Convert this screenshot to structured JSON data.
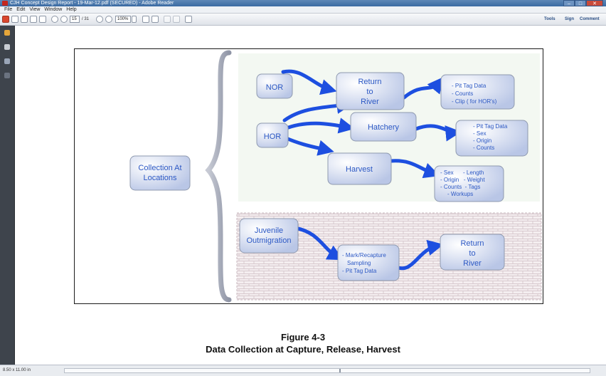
{
  "window": {
    "title": "CJH Concept Design Report - 19-Mar-12.pdf (SECURED) - Adobe Reader",
    "min_glyph": "–",
    "max_glyph": "□",
    "close_glyph": "✕"
  },
  "menu": [
    "File",
    "Edit",
    "View",
    "Window",
    "Help"
  ],
  "toolbar": {
    "page_number": "15",
    "page_total": "/ 31",
    "zoom": "100%",
    "tools": "Tools",
    "sign": "Sign",
    "comment": "Comment"
  },
  "diagram": {
    "root": [
      "Collection At",
      "Locations"
    ],
    "nor": "NOR",
    "hor": "HOR",
    "return_river": [
      "Return",
      "to",
      "River"
    ],
    "hatchery": "Hatchery",
    "harvest": "Harvest",
    "pit_list": [
      "- Pit Tag Data",
      "- Counts",
      "- Clip ( for HOR's)"
    ],
    "hatchery_list": [
      "- Pit Tag Data",
      "- Sex",
      "- Origin",
      "- Counts"
    ],
    "harvest_list": [
      "- Sex      - Length",
      "- Origin   - Weight",
      "- Counts  - Tags",
      "- Workups"
    ],
    "juvenile": [
      "Juvenile",
      "Outmigration"
    ],
    "mark_list": [
      "- Mark/Recapture",
      "Sampling",
      "- Pit Tag Data"
    ],
    "return_river2": [
      "Return",
      "to",
      "River"
    ]
  },
  "caption": {
    "figure": "Figure 4-3",
    "title": "Data Collection at Capture, Release, Harvest"
  },
  "status": {
    "page_size": "8.50 x 11.00 in"
  }
}
